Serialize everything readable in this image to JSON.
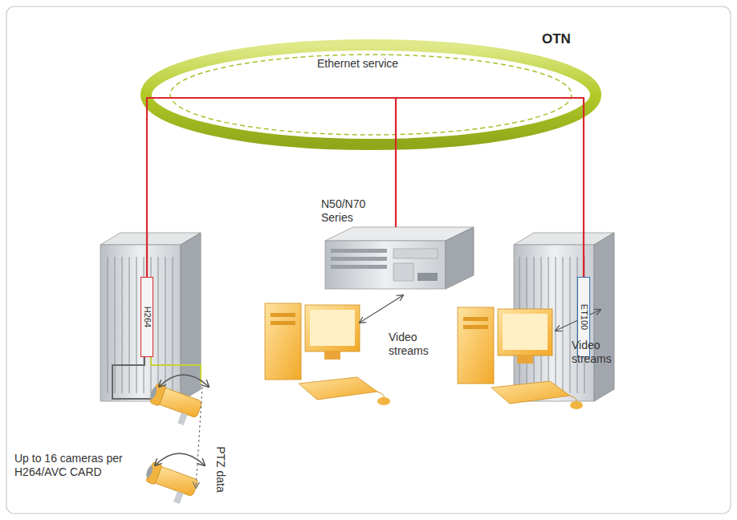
{
  "diagram": {
    "nodes": [
      {
        "text": [
          "OTN",
          "Ethernet service"
        ]
      },
      {
        "text": [
          "H264"
        ]
      },
      {
        "text": [
          "N50/N70 Series"
        ]
      },
      {
        "text": [
          "ET100"
        ]
      }
    ],
    "edges": [
      {
        "from": 0,
        "to": 1,
        "arrow": "none"
      },
      {
        "from": 0,
        "to": 2,
        "arrow": "none"
      },
      {
        "from": 0,
        "to": 3,
        "arrow": "none"
      }
    ],
    "labels": [
      "Video streams",
      "Video streams",
      "PTZ data",
      "Up to 16 cameras per H264/AVC CARD"
    ]
  }
}
